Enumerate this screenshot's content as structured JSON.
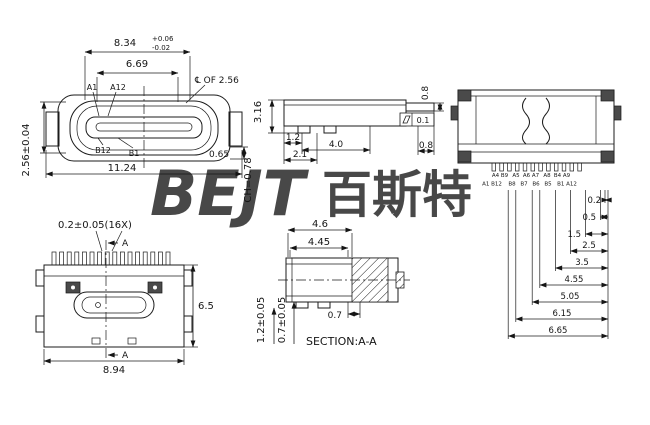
{
  "watermark": {
    "latin": "BEJT",
    "cjk": "百斯特"
  },
  "colors": {
    "watermark": "#aecfed"
  },
  "front_view": {
    "dim_main": "8.34",
    "tol_plus": "+0.06",
    "tol_minus": "-0.02",
    "dim_inner": "6.69",
    "pin_a1": "A1",
    "pin_a12": "A12",
    "centerline_note": "℄ OF 2.56",
    "pin_b12": "B12",
    "pin_b1": "B1",
    "dim_total": "11.24",
    "dim_height": "2.56±0.04",
    "dim_seat": "0.65",
    "dim_ch": "CH=0.78"
  },
  "side_view": {
    "dim_height": "3.16",
    "dim_tab_th": "0.8",
    "flatness_value": "0.1",
    "dim_foot1": "1.2",
    "dim_foot2": "2.1",
    "dim_span": "4.0",
    "dim_tab_len": "0.8"
  },
  "rear_view": {
    "pins_top": [
      "A4 B9",
      "A5",
      "A6 A7",
      "A8",
      "B4 A9"
    ],
    "pins_bottom": [
      "A1 B12",
      "B8",
      "B7",
      "B6",
      "B5",
      "B1 A12"
    ],
    "ladder": [
      "0.2",
      "0.5",
      "1.5",
      "2.5",
      "3.5",
      "4.55",
      "5.05",
      "6.15",
      "6.65"
    ]
  },
  "top_view": {
    "dim_pin_pitch": "0.2±0.05(16X)",
    "section_label": "A",
    "dim_depth": "6.5",
    "dim_width": "8.94"
  },
  "section_view": {
    "dim_outer": "4.6",
    "dim_inner": "4.45",
    "dim_h_outer": "1.2±0.05",
    "dim_h_inner": "0.7±0.05",
    "dim_gap": "0.7",
    "title": "SECTION:A-A"
  }
}
